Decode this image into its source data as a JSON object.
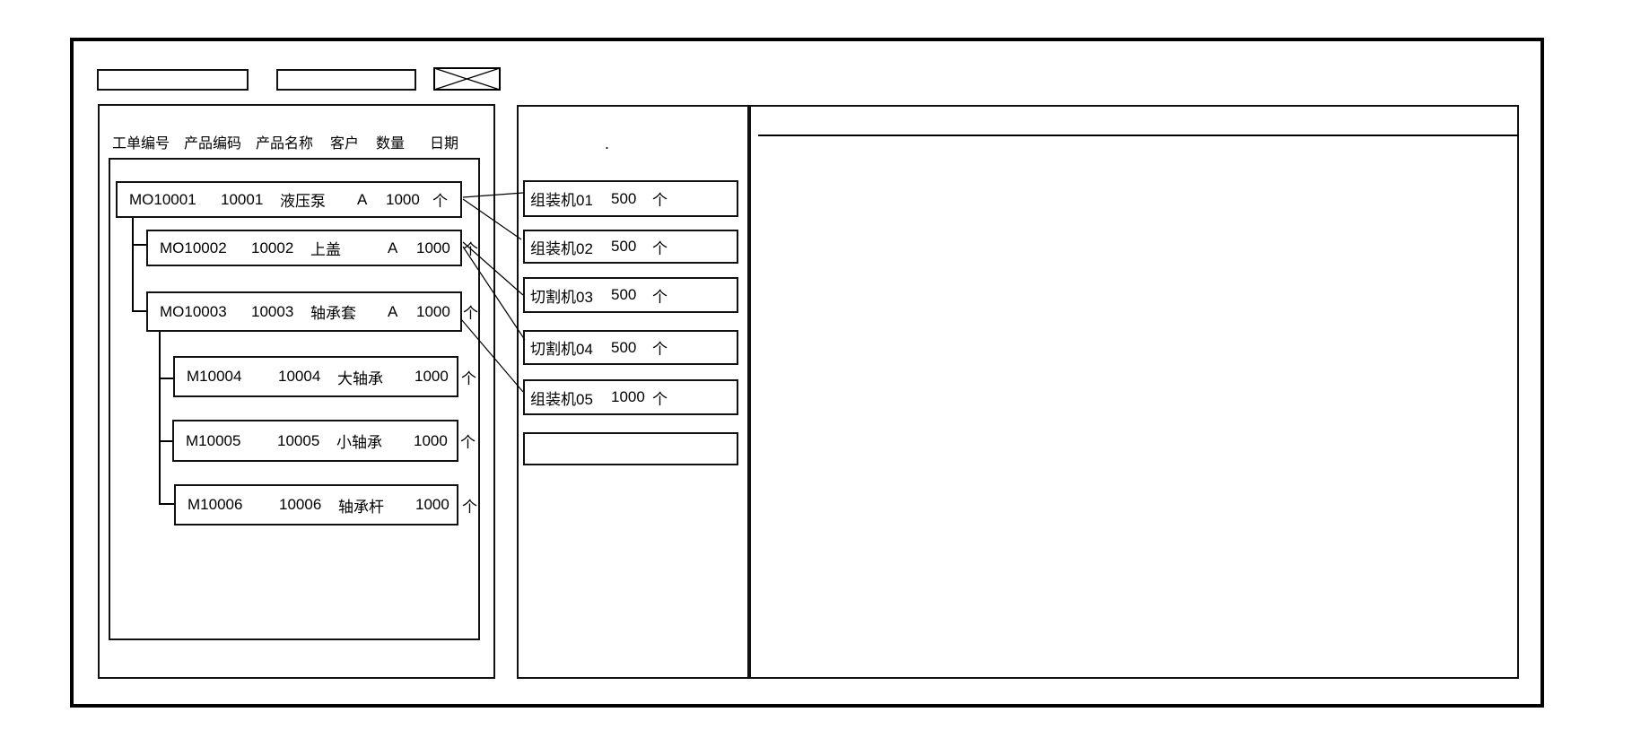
{
  "window": {
    "toolbar": {
      "field1_value": "",
      "field2_value": "",
      "close_label": ""
    }
  },
  "orders_panel": {
    "columns": [
      "工单编号",
      "产品编码",
      "产品名称",
      "客户",
      "数量",
      "日期"
    ],
    "orders": [
      {
        "order_no": "MO10001",
        "product_code": "10001",
        "product_name": "液压泵",
        "customer": "A",
        "quantity": "1000",
        "unit": "个",
        "level": 0
      },
      {
        "order_no": "MO10002",
        "product_code": "10002",
        "product_name": "上盖",
        "customer": "A",
        "quantity": "1000",
        "unit": "个",
        "level": 1
      },
      {
        "order_no": "MO10003",
        "product_code": "10003",
        "product_name": "轴承套",
        "customer": "A",
        "quantity": "1000",
        "unit": "个",
        "level": 1
      },
      {
        "order_no": "M10004",
        "product_code": "10004",
        "product_name": "大轴承",
        "customer": "",
        "quantity": "1000",
        "unit": "个",
        "level": 2
      },
      {
        "order_no": "M10005",
        "product_code": "10005",
        "product_name": "小轴承",
        "customer": "",
        "quantity": "1000",
        "unit": "个",
        "level": 2
      },
      {
        "order_no": "M10006",
        "product_code": "10006",
        "product_name": "轴承杆",
        "customer": "",
        "quantity": "1000",
        "unit": "个",
        "level": 2
      }
    ]
  },
  "workcenters_panel": {
    "note_dot": ".",
    "items": [
      {
        "name": "组装机01",
        "quantity": "500",
        "unit": "个"
      },
      {
        "name": "组装机02",
        "quantity": "500",
        "unit": "个"
      },
      {
        "name": "切割机03",
        "quantity": "500",
        "unit": "个"
      },
      {
        "name": "切割机04",
        "quantity": "500",
        "unit": "个"
      },
      {
        "name": "组装机05",
        "quantity": "1000",
        "unit": "个"
      },
      {
        "name": "",
        "quantity": "",
        "unit": ""
      }
    ]
  },
  "assignments": [
    {
      "from": "MO10001",
      "to": "组装机01"
    },
    {
      "from": "MO10001",
      "to": "组装机02"
    },
    {
      "from": "MO10002",
      "to": "切割机03"
    },
    {
      "from": "MO10002",
      "to": "切割机04"
    },
    {
      "from": "MO10003",
      "to": "组装机05"
    }
  ],
  "colors": {
    "line": "#000000",
    "background": "#ffffff"
  }
}
